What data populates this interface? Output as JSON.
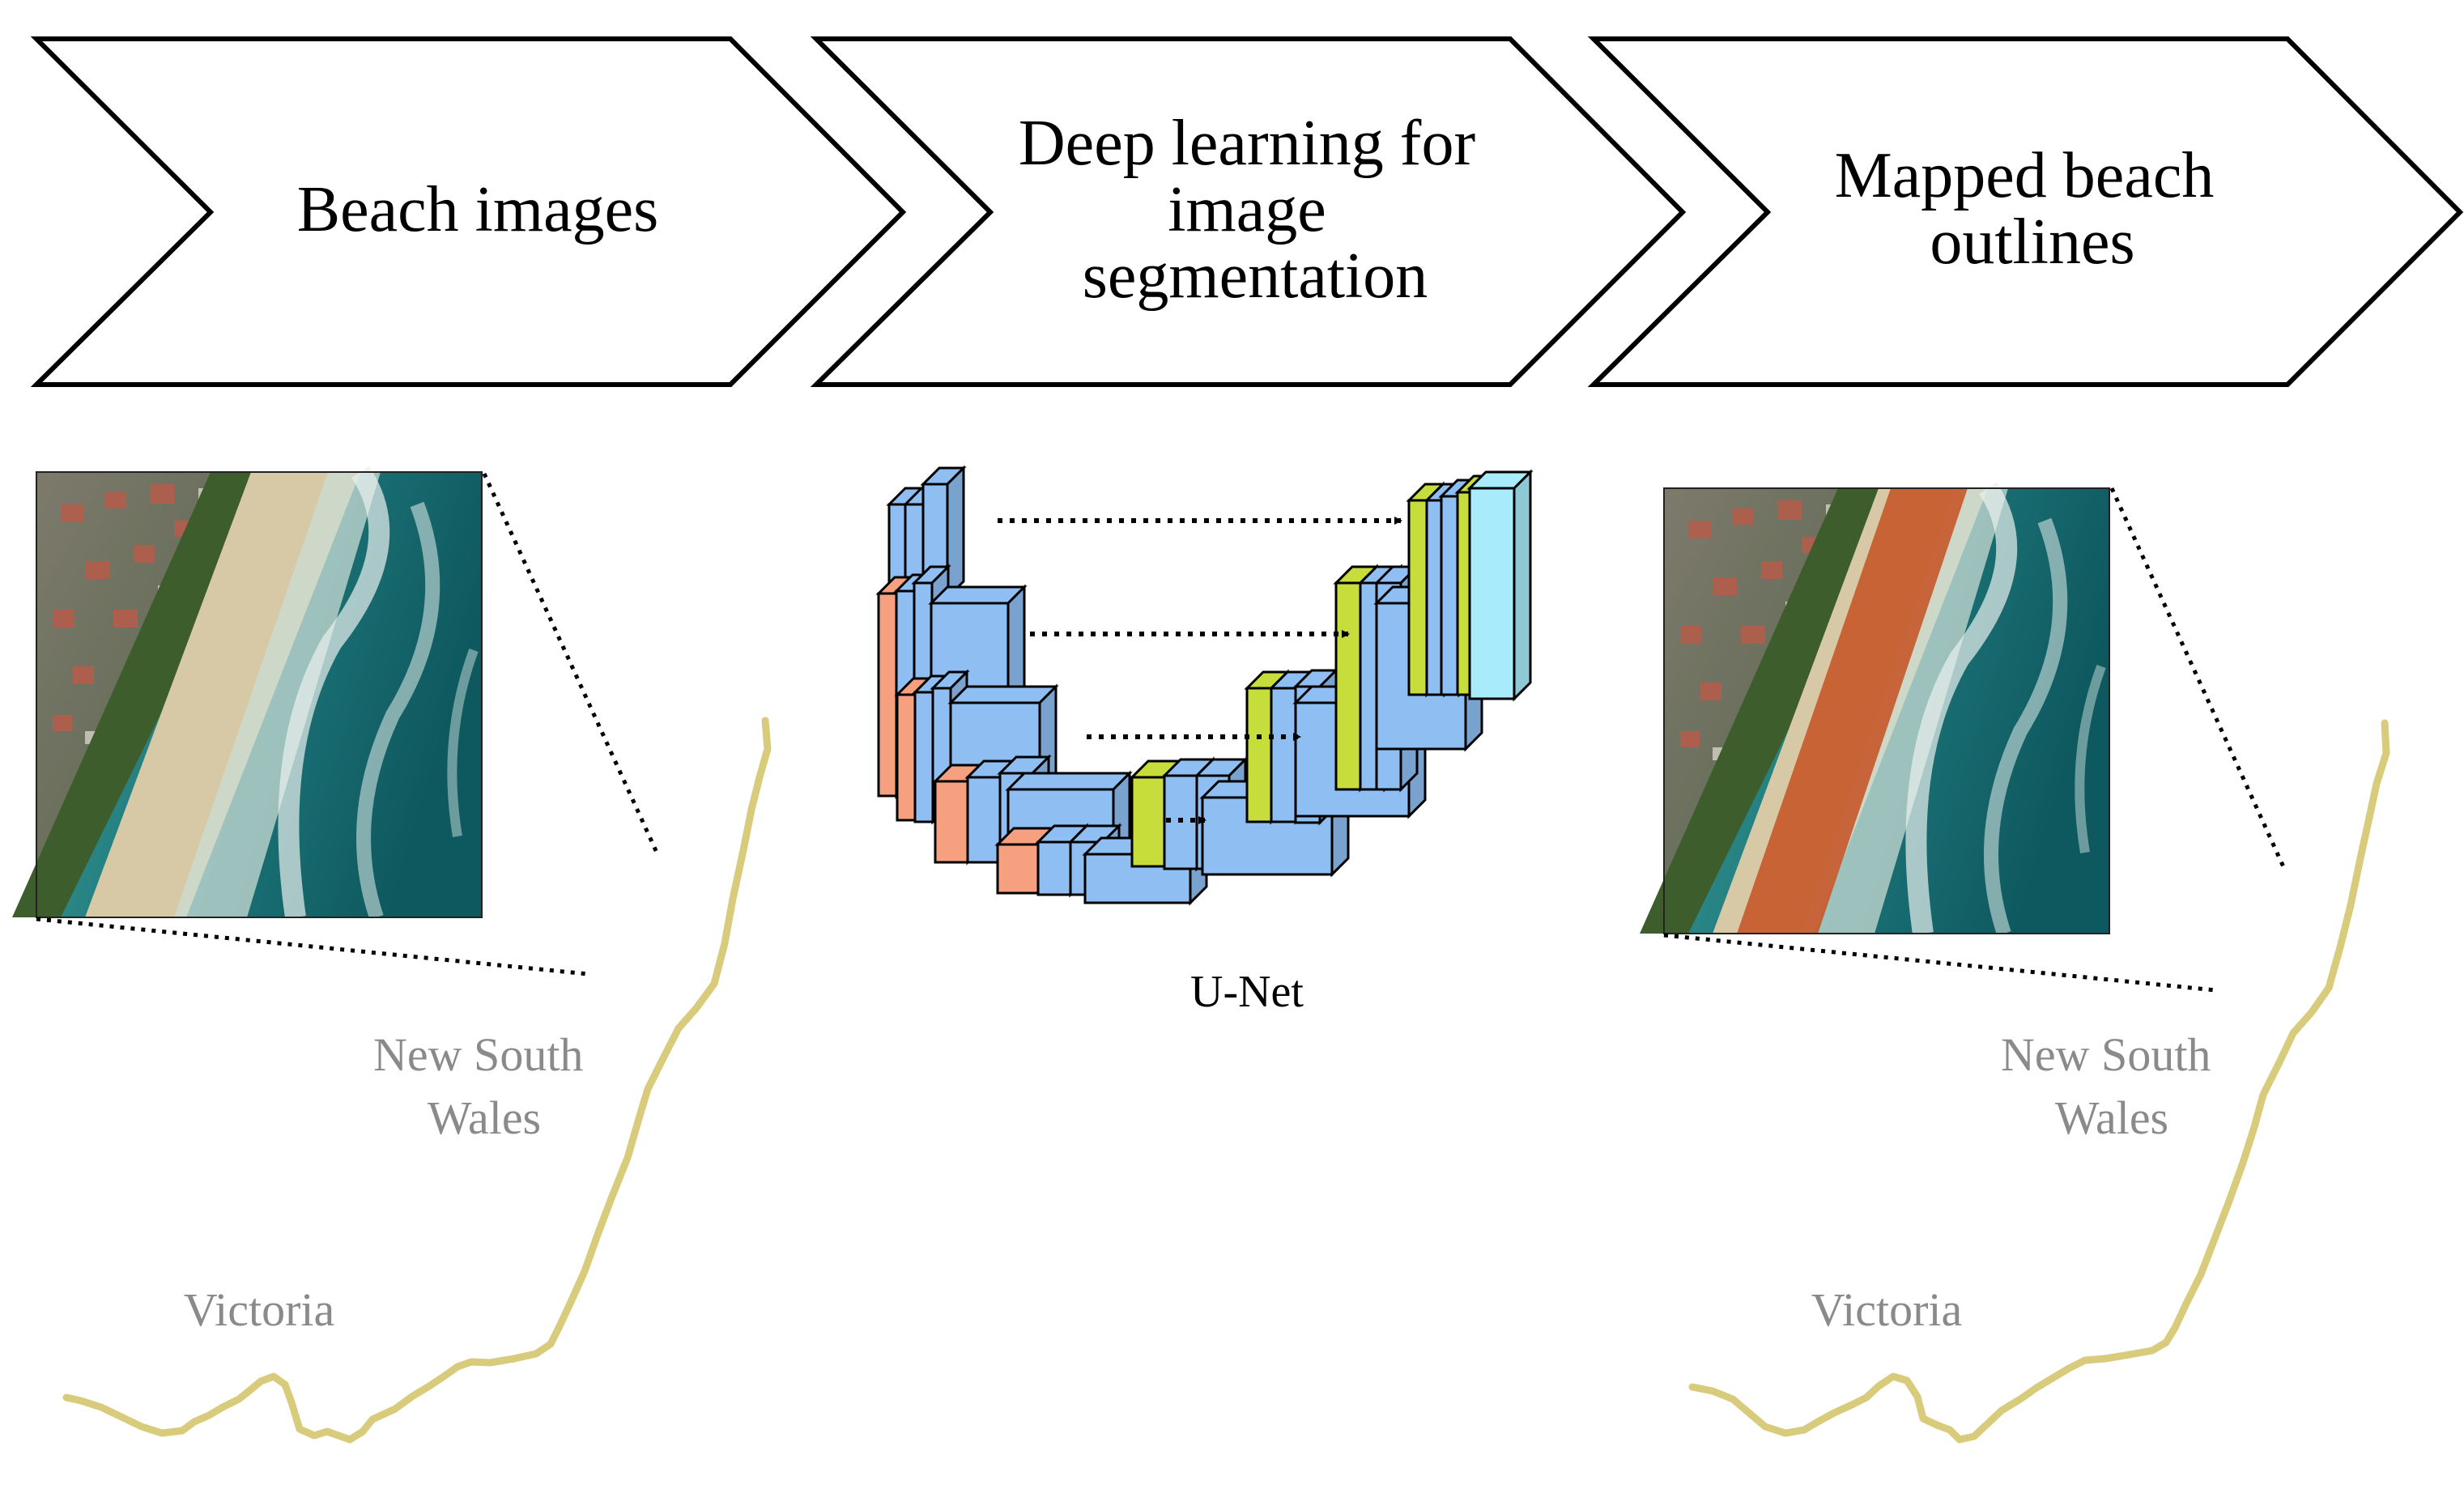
{
  "pipeline": {
    "steps": [
      {
        "lines": [
          "Beach images"
        ]
      },
      {
        "lines": [
          "Deep learning for",
          "image",
          "segmentation"
        ]
      },
      {
        "lines": [
          "Mapped beach",
          "outlines"
        ]
      }
    ]
  },
  "model": {
    "caption": "U-Net"
  },
  "maps": {
    "left": {
      "nsw_line1": "New South",
      "nsw_line2": "Wales",
      "vic": "Victoria"
    },
    "right": {
      "nsw_line1": "New South",
      "nsw_line2": "Wales",
      "vic": "Victoria"
    }
  },
  "colors": {
    "coast": "#d9cb7c",
    "conv_blue": "#8fbef2",
    "conv_orange": "#f6a07f",
    "concat_green": "#c7dd3b",
    "output_cyan": "#a8ecfb",
    "beach_overlay": "#c75a2c"
  }
}
